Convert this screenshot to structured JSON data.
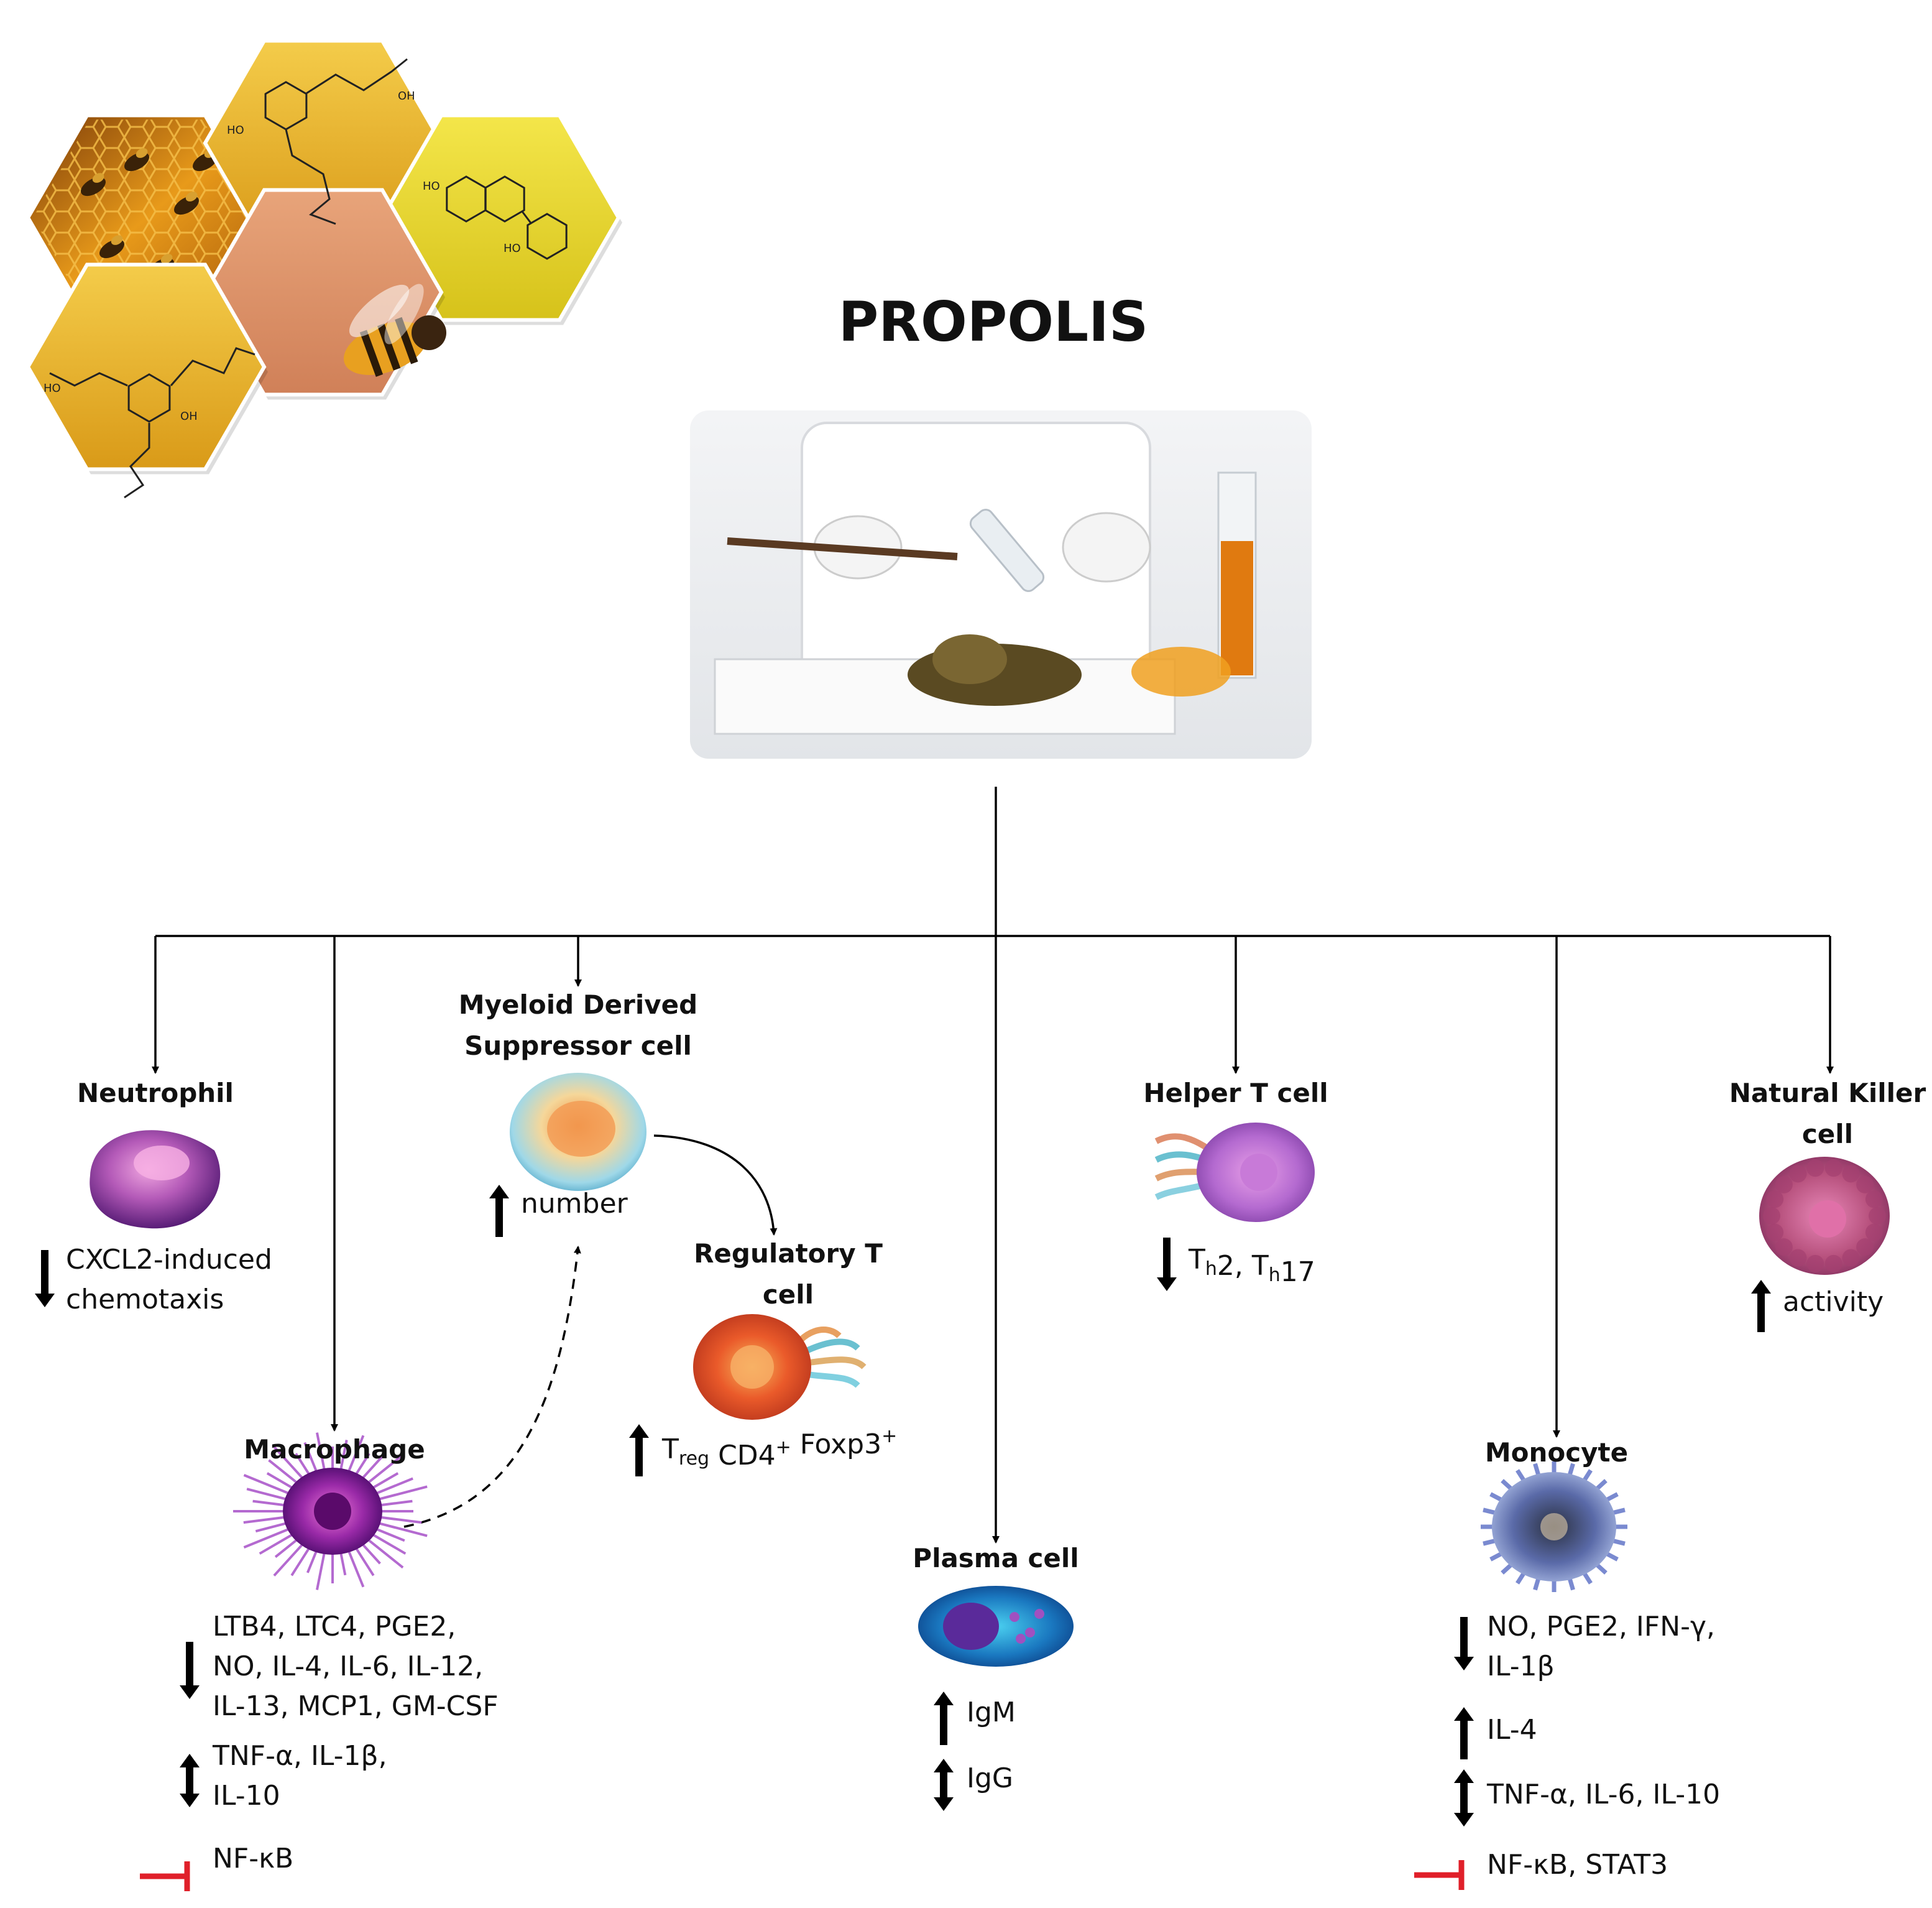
{
  "title": "PROPOLIS",
  "colors": {
    "line": "#000000",
    "inhibit": "#e0202a",
    "honey_gold": "#e8b52a",
    "hex_yellow": "#ecd92c",
    "hex_salmon": "#d99570"
  },
  "icons": {
    "up": "up-arrow-icon",
    "down": "down-arrow-icon",
    "bidirectional": "up-down-arrow-icon",
    "inhibit": "inhibition-t-icon"
  },
  "cells": [
    {
      "key": "neutrophil",
      "label": [
        "Neutrophil"
      ],
      "effects": [
        {
          "type": "down",
          "lines": [
            "CXCL2-induced",
            "chemotaxis"
          ]
        }
      ]
    },
    {
      "key": "macrophage",
      "label": [
        "Macrophage"
      ],
      "effects": [
        {
          "type": "down",
          "lines": [
            "LTB4, LTC4, PGE2,",
            "NO, IL-4, IL-6, IL-12,",
            "IL-13, MCP1, GM-CSF"
          ]
        },
        {
          "type": "bidirectional",
          "lines": [
            "TNF-α, IL-1β,",
            "IL-10"
          ]
        },
        {
          "type": "inhibit",
          "lines": [
            "NF-κB"
          ]
        }
      ]
    },
    {
      "key": "mdsc",
      "label": [
        "Myeloid Derived",
        "Suppressor cell"
      ],
      "effects": [
        {
          "type": "up",
          "lines": [
            "number"
          ]
        }
      ]
    },
    {
      "key": "treg",
      "label": [
        "Regulatory T",
        "cell"
      ],
      "effects": [
        {
          "type": "up",
          "rich": [
            {
              "t": "T"
            },
            {
              "t": "reg",
              "sub": true
            },
            {
              "t": " CD4"
            },
            {
              "t": "+",
              "sup": true
            },
            {
              "t": " Foxp3"
            },
            {
              "t": "+",
              "sup": true
            }
          ]
        }
      ]
    },
    {
      "key": "plasma",
      "label": [
        "Plasma cell"
      ],
      "effects": [
        {
          "type": "up",
          "lines": [
            "IgM"
          ]
        },
        {
          "type": "bidirectional",
          "lines": [
            "IgG"
          ]
        }
      ]
    },
    {
      "key": "helper",
      "label": [
        "Helper T cell"
      ],
      "effects": [
        {
          "type": "down",
          "rich": [
            {
              "t": "T"
            },
            {
              "t": "h",
              "sub": true
            },
            {
              "t": "2, T"
            },
            {
              "t": "h",
              "sub": true
            },
            {
              "t": "17"
            }
          ]
        }
      ]
    },
    {
      "key": "monocyte",
      "label": [
        "Monocyte"
      ],
      "effects": [
        {
          "type": "down",
          "lines": [
            "NO, PGE2, IFN-γ,",
            "IL-1β"
          ]
        },
        {
          "type": "up",
          "lines": [
            "IL-4"
          ]
        },
        {
          "type": "bidirectional",
          "lines": [
            "TNF-α, IL-6, IL-10"
          ]
        },
        {
          "type": "inhibit",
          "lines": [
            "NF-κB, STAT3"
          ]
        }
      ]
    },
    {
      "key": "nk",
      "label": [
        "Natural Killer",
        "cell"
      ],
      "effects": [
        {
          "type": "up",
          "lines": [
            "activity"
          ]
        }
      ]
    }
  ]
}
